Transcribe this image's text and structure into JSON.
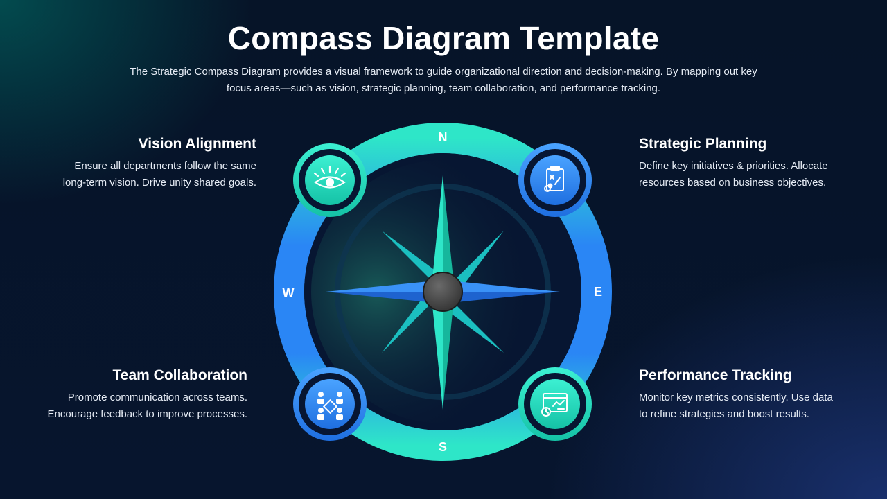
{
  "title": "Compass Diagram Template",
  "subtitle_line1": "The Strategic Compass Diagram provides a visual framework to guide organizational direction and decision-making. By mapping out key",
  "subtitle_line2": "focus areas—such as vision, strategic planning, team collaboration, and performance tracking.",
  "compass": {
    "north": "N",
    "south": "S",
    "east": "E",
    "west": "W"
  },
  "sections": {
    "vision": {
      "heading": "Vision Alignment",
      "line1": "Ensure all departments follow the same",
      "line2": "long-term vision. Drive unity shared goals.",
      "icon": "eye-icon"
    },
    "strategic": {
      "heading": "Strategic Planning",
      "line1": "Define key initiatives & priorities. Allocate",
      "line2": "resources based on business objectives.",
      "icon": "clipboard-plan-icon"
    },
    "team": {
      "heading": "Team Collaboration",
      "line1": "Promote communication across teams.",
      "line2": "Encourage feedback to improve processes.",
      "icon": "team-people-icon"
    },
    "performance": {
      "heading": "Performance Tracking",
      "line1": "Monitor key metrics consistently. Use data",
      "line2": "to refine strategies and boost results.",
      "icon": "dashboard-chart-icon"
    }
  },
  "colors": {
    "teal": "#2ee6c8",
    "blue": "#2a86f5",
    "background": "#07152e",
    "hub": "#4a4a4a"
  }
}
